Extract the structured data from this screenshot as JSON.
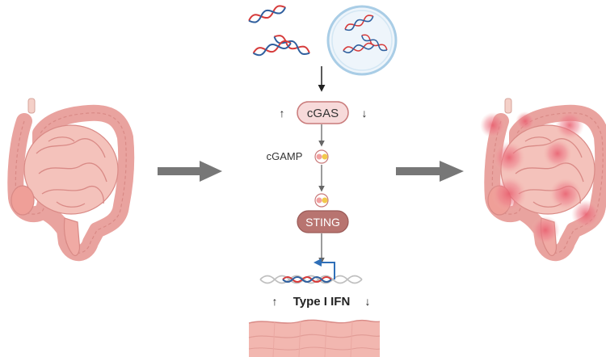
{
  "pathway": {
    "cgas_label": "cGAS",
    "cgamp_label": "cGAMP",
    "sting_label": "STING",
    "ifn_label": "Type I IFN",
    "up_arrow": "↑",
    "down_arrow": "↓"
  },
  "colors": {
    "intestine_fill": "#f2b3ad",
    "intestine_outline": "#d98a86",
    "inflammation": "#e85c6d",
    "cgas_fill": "#f7dada",
    "cgas_stroke": "#c97a7a",
    "sting_fill": "#b87470",
    "dna_red": "#d63a3a",
    "dna_blue": "#2f5f9e",
    "arrow_gray": "#777777",
    "promoter_blue": "#2f6fb8"
  }
}
